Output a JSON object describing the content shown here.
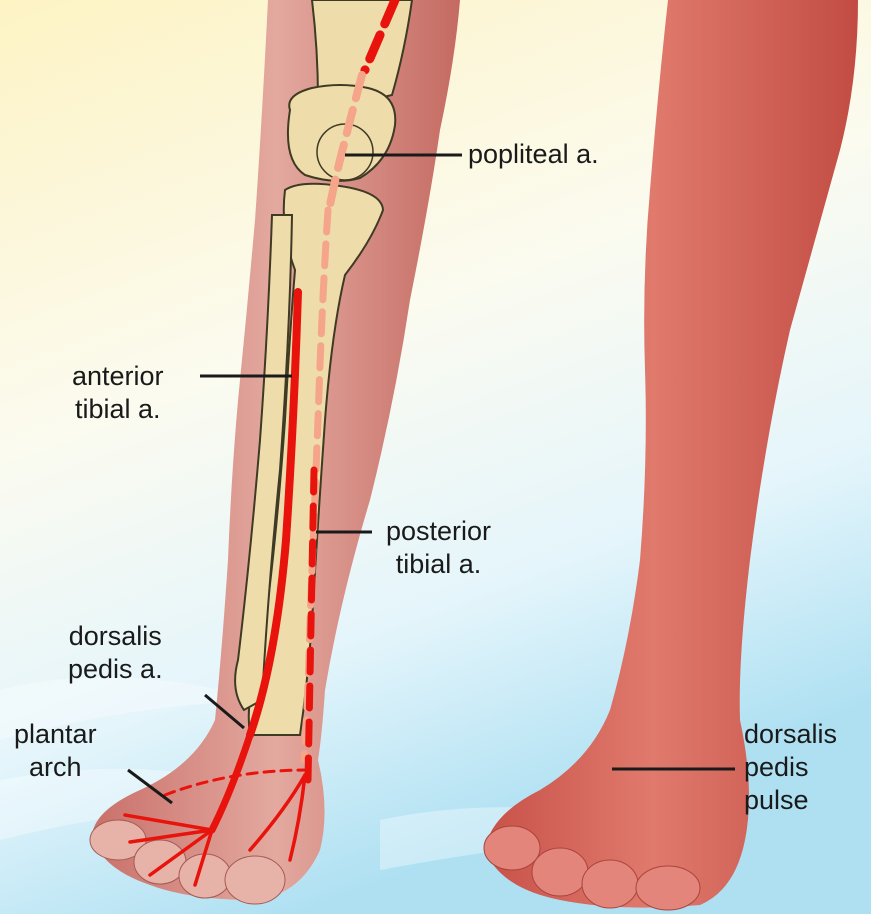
{
  "labels": {
    "popliteal": [
      "popliteal a."
    ],
    "anterior_tibial": [
      "anterior",
      "tibial a."
    ],
    "posterior_tibial": [
      "posterior",
      "tibial a."
    ],
    "dorsalis_pedis_artery": [
      "dorsalis",
      "pedis a."
    ],
    "plantar_arch": [
      "plantar",
      "arch"
    ],
    "dorsalis_pedis_pulse": [
      "dorsalis",
      "pedis",
      "pulse"
    ]
  },
  "colors": {
    "artery": "#e8130c",
    "artery_posterior": "#f4a58a",
    "bone": "#efdcab",
    "bone_outline": "#3f3a24",
    "skin": "#d9675d",
    "skin_light": "#e4a59b",
    "leader_line": "#1a1a1a",
    "bg_top": "#fdf6cf",
    "bg_bottom": "#bfe7f5"
  }
}
